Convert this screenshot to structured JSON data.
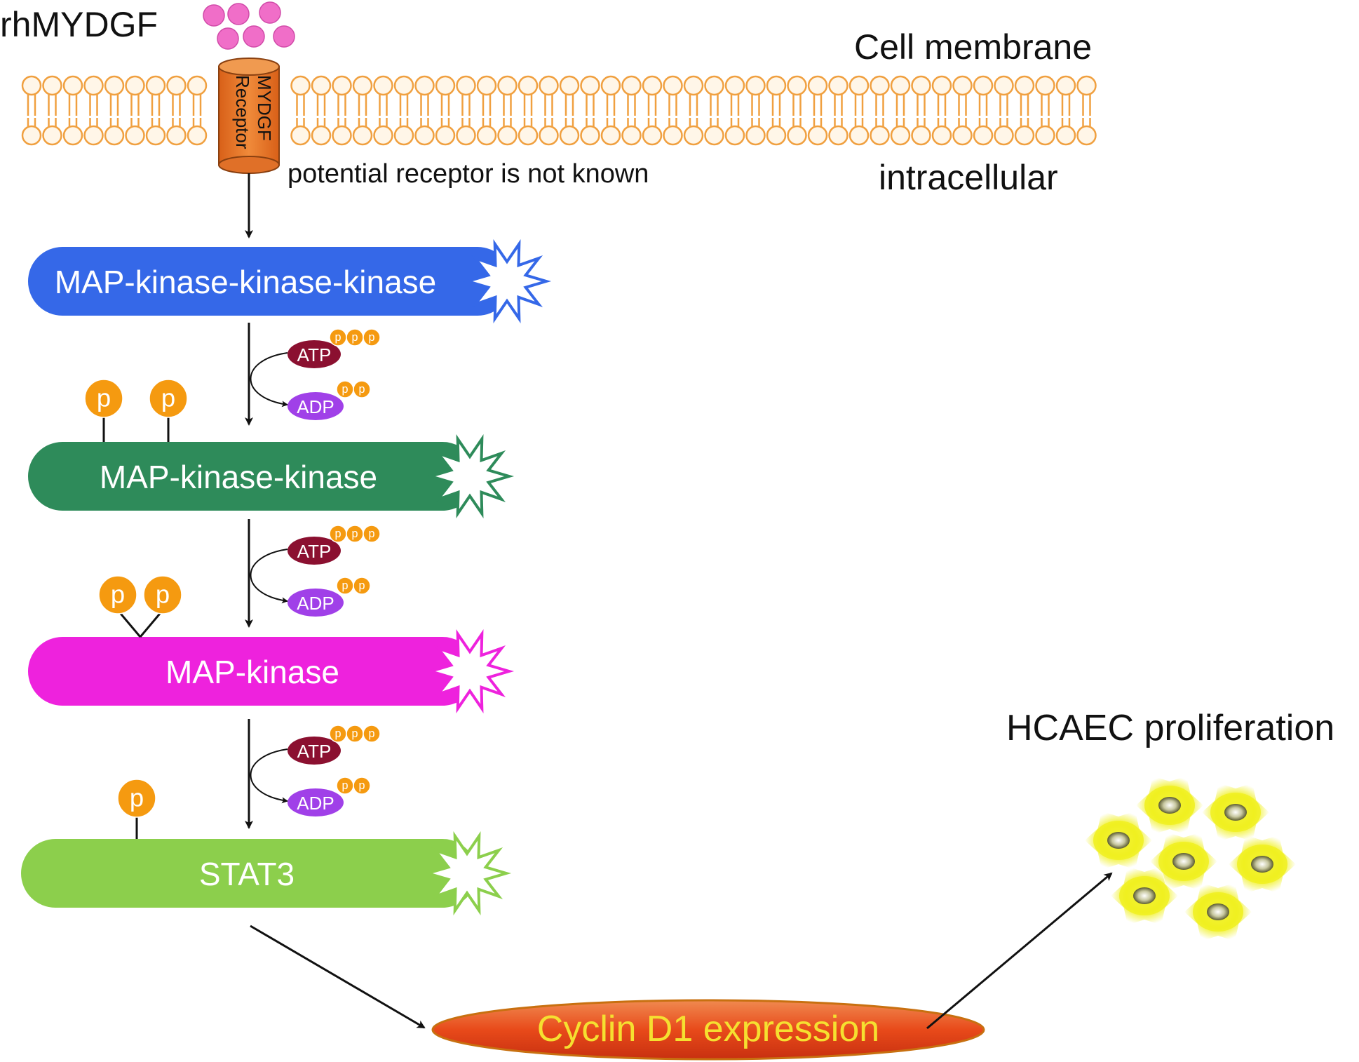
{
  "labels": {
    "ligand": "rhMYDGF",
    "membrane": "Cell membrane",
    "intracellular": "intracellular",
    "receptor_line1": "MYDGF",
    "receptor_line2": "Receptor",
    "receptor_note": "potential receptor is not known",
    "outcome": "HCAEC proliferation"
  },
  "kinases": [
    {
      "name": "MAP-kinase-kinase-kinase",
      "color": "#3568e8"
    },
    {
      "name": "MAP-kinase-kinase",
      "color": "#2e8b5a"
    },
    {
      "name": "MAP-kinase",
      "color": "#ee22dd"
    },
    {
      "name": "STAT3",
      "color": "#8ccf4c"
    }
  ],
  "atp_steps": [
    {
      "atp": "ATP",
      "adp": "ADP",
      "atp_p": [
        "p",
        "p",
        "p"
      ],
      "adp_p": [
        "p",
        "p"
      ]
    },
    {
      "atp": "ATP",
      "adp": "ADP",
      "atp_p": [
        "p",
        "p",
        "p"
      ],
      "adp_p": [
        "p",
        "p"
      ]
    },
    {
      "atp": "ATP",
      "adp": "ADP",
      "atp_p": [
        "p",
        "p",
        "p"
      ],
      "adp_p": [
        "p",
        "p"
      ]
    }
  ],
  "phospho_label": "p",
  "cyclin": {
    "label": "Cyclin D1 expression"
  },
  "colors": {
    "membrane": "#f0a040",
    "receptor": "#e8782a",
    "ligand": "#f06ec8",
    "atp": "#8b1030",
    "adp": "#a040e8",
    "phosphate": "#f59a10",
    "cyclin_fill": "#e84a1a",
    "cyclin_text": "#f5e030",
    "cell": "#e8f020"
  }
}
